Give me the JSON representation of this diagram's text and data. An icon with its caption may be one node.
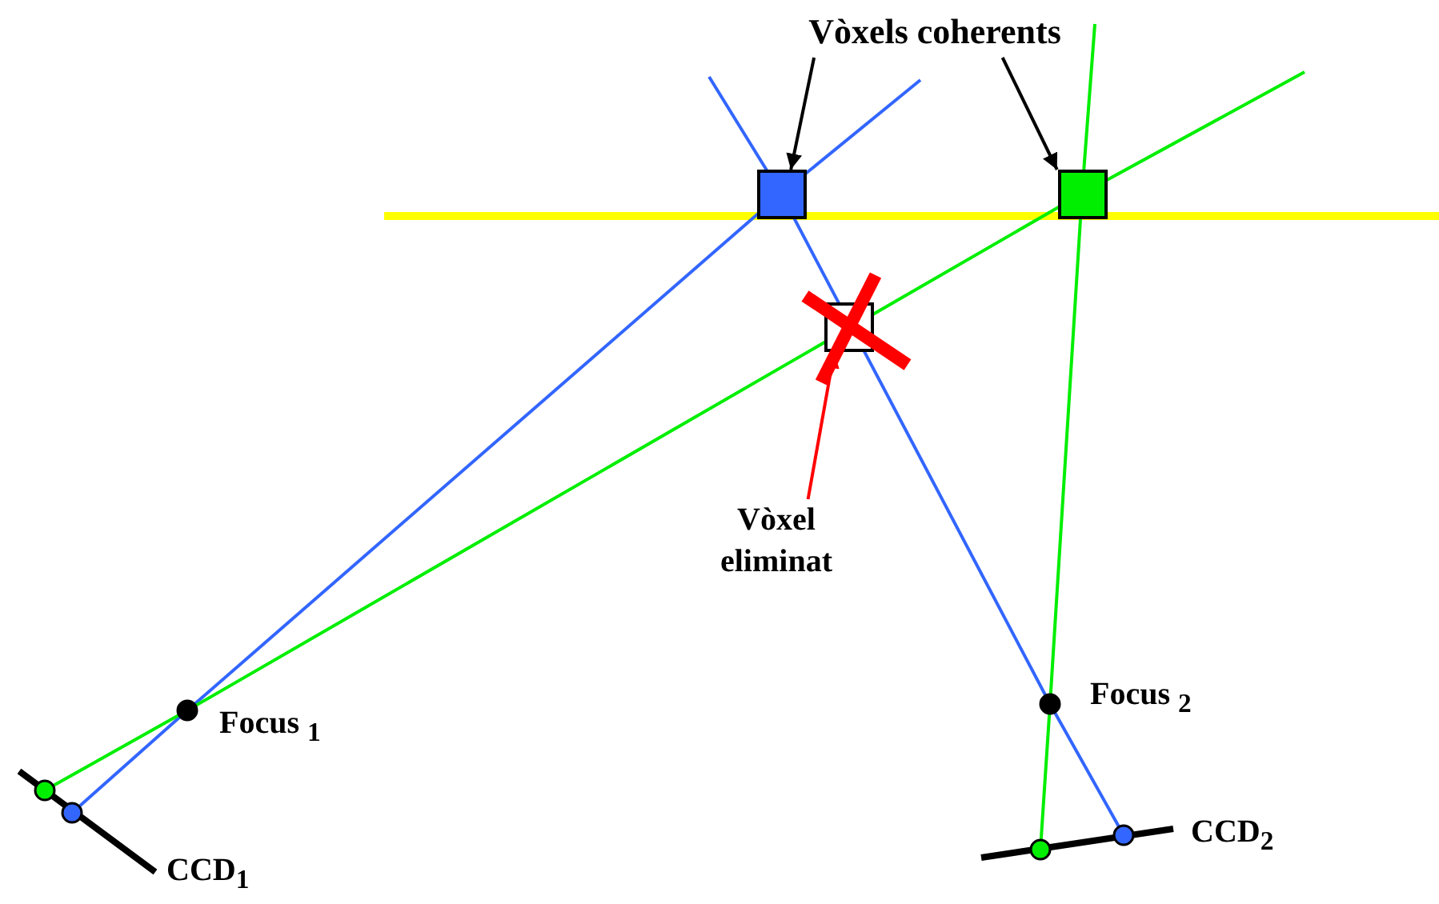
{
  "diagram": {
    "nodes": [
      {
        "text": [
          "Vòxels coherents"
        ]
      },
      {
        "text": [],
        "shape": "box"
      },
      {
        "text": [],
        "shape": "box"
      },
      {
        "text": [],
        "shape": "box"
      },
      {
        "text": [
          "Vòxel eliminat"
        ]
      }
    ],
    "edges": [
      {
        "from": 0,
        "to": 1,
        "arrow": "to"
      },
      {
        "from": 0,
        "to": 2,
        "arrow": "to"
      },
      {
        "from": 4,
        "to": 3,
        "arrow": "to",
        "color": "#ff0000"
      }
    ],
    "labels": [
      "Focus $_{1}$",
      "Focus $_{2}$",
      "CCD$_{1}$",
      "CCD$_{2}$"
    ]
  }
}
